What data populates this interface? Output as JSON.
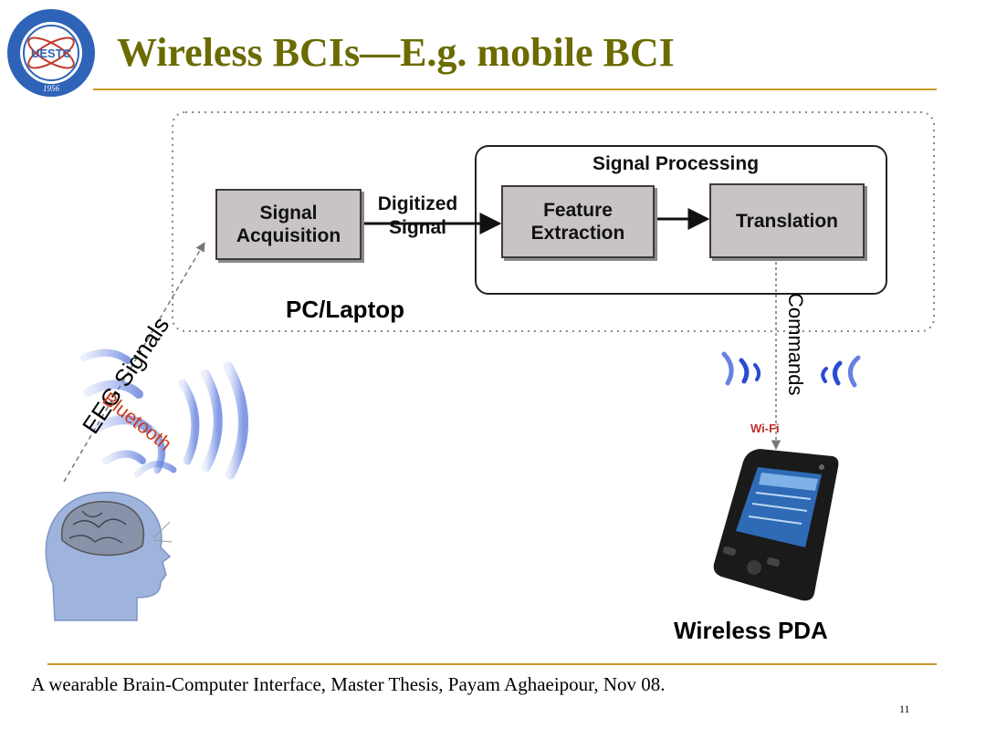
{
  "slide": {
    "title": "Wireless BCIs—E.g. mobile BCI",
    "citation": "A wearable Brain-Computer Interface, Master Thesis, Payam Aghaeipour, Nov 08.",
    "page_number": "11"
  },
  "logo": {
    "text": "UESTC",
    "year": "1956"
  },
  "diagram": {
    "container_label": "PC/Laptop",
    "signal_acquisition": [
      "Signal",
      "Acquisition"
    ],
    "digitized_signal": [
      "Digitized",
      "Signal"
    ],
    "signal_processing_label": "Signal Processing",
    "feature_extraction": [
      "Feature",
      "Extraction"
    ],
    "translation": "Translation",
    "eeg_label": "EEG Signals",
    "bluetooth_label": "Bluetooth",
    "commands_label": "Commands",
    "wifi_label": "Wi-Fi",
    "pda_label": "Wireless PDA"
  },
  "colors": {
    "title": "#6b6b00",
    "rule": "#c89a2a",
    "box_fill": "#c8c3c5",
    "bluetooth": "#c83a1a",
    "wifi_waves": "#2a4bd0",
    "head": "#9fb4dd"
  }
}
